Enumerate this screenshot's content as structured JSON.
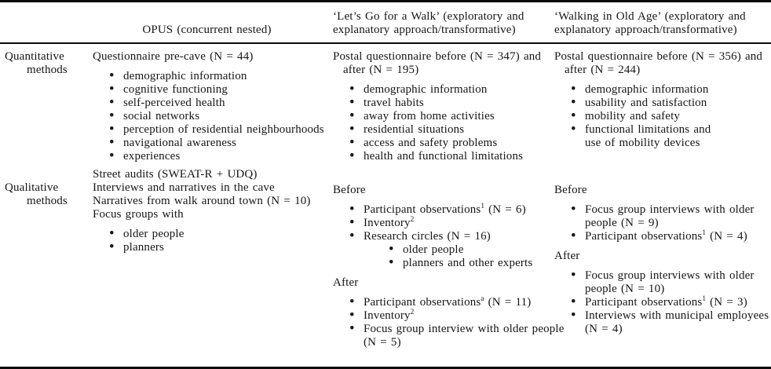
{
  "table": {
    "headers": {
      "col1": "",
      "col2": "OPUS (concurrent nested)",
      "col3": "‘Let’s Go for a Walk’ (exploratory and\nexplanatory approach/transformative)",
      "col4": "‘Walking in Old Age’ (exploratory and\nexplanatory approach/transformative)"
    },
    "rows": [
      {
        "label": "Quantitative\nmethods",
        "cells": [
          {
            "blocks": [
              {
                "t": "p",
                "hang": true,
                "text": "Questionnaire pre-cave (N = 44)"
              },
              {
                "t": "ul",
                "items": [
                  "demographic information",
                  "cognitive functioning",
                  "self-perceived health",
                  "social networks",
                  "perception of residential neighbourhoods",
                  "navigational awareness",
                  "experiences"
                ]
              }
            ]
          },
          {
            "blocks": [
              {
                "t": "p",
                "hang": true,
                "text": "Postal questionnaire before (N = 347) and\nafter (N = 195)"
              },
              {
                "t": "ul",
                "items": [
                  "demographic information",
                  "travel habits",
                  "away from home activities",
                  "residential situations",
                  "access and safety problems",
                  "health and functional limitations"
                ]
              }
            ]
          },
          {
            "blocks": [
              {
                "t": "p",
                "hang": true,
                "text": "Postal questionnaire before (N = 356) and\nafter (N = 244)"
              },
              {
                "t": "ul",
                "items": [
                  "demographic information",
                  "usability and satisfaction",
                  "mobility and safety",
                  "functional limitations and\nuse of mobility devices"
                ]
              }
            ]
          }
        ]
      },
      {
        "label": "Qualitative\nmethods",
        "cells": [
          {
            "blocks": [
              {
                "t": "p",
                "text": "Street audits (SWEAT-R + UDQ)\nInterviews and narratives in the cave\nNarratives from walk around town (N = 10)\nFocus groups with"
              },
              {
                "t": "ul",
                "items": [
                  "older people",
                  "planners"
                ]
              }
            ]
          },
          {
            "offset": true,
            "blocks": [
              {
                "t": "p",
                "text": "Before"
              },
              {
                "t": "ul",
                "items": [
                  {
                    "text": "Participant observations",
                    "sup": "1",
                    "suffix": " (N = 6)"
                  },
                  {
                    "text": "Inventory",
                    "sup": "2"
                  },
                  {
                    "text": "Research circles (N = 16)",
                    "sub": [
                      "older people",
                      "planners and other experts"
                    ]
                  }
                ]
              },
              {
                "t": "p",
                "text": "After"
              },
              {
                "t": "ul",
                "items": [
                  {
                    "text": "Participant observations",
                    "sup": "a",
                    "suffix": " (N = 11)"
                  },
                  {
                    "text": "Inventory",
                    "sup": "2"
                  },
                  "Focus group interview with older people\n(N = 5)"
                ]
              }
            ]
          },
          {
            "offset": true,
            "blocks": [
              {
                "t": "p",
                "text": "Before"
              },
              {
                "t": "ul",
                "items": [
                  "Focus group interviews with older\npeople (N = 9)",
                  {
                    "text": "Participant observations",
                    "sup": "1",
                    "suffix": " (N = 4)"
                  }
                ]
              },
              {
                "t": "p",
                "text": "After"
              },
              {
                "t": "ul",
                "items": [
                  "Focus group interviews with older\npeople (N = 10)",
                  {
                    "text": "Participant observations",
                    "sup": "1",
                    "suffix": " (N = 3)"
                  },
                  "Interviews with municipal employees\n(N = 4)"
                ]
              }
            ]
          }
        ]
      }
    ]
  }
}
